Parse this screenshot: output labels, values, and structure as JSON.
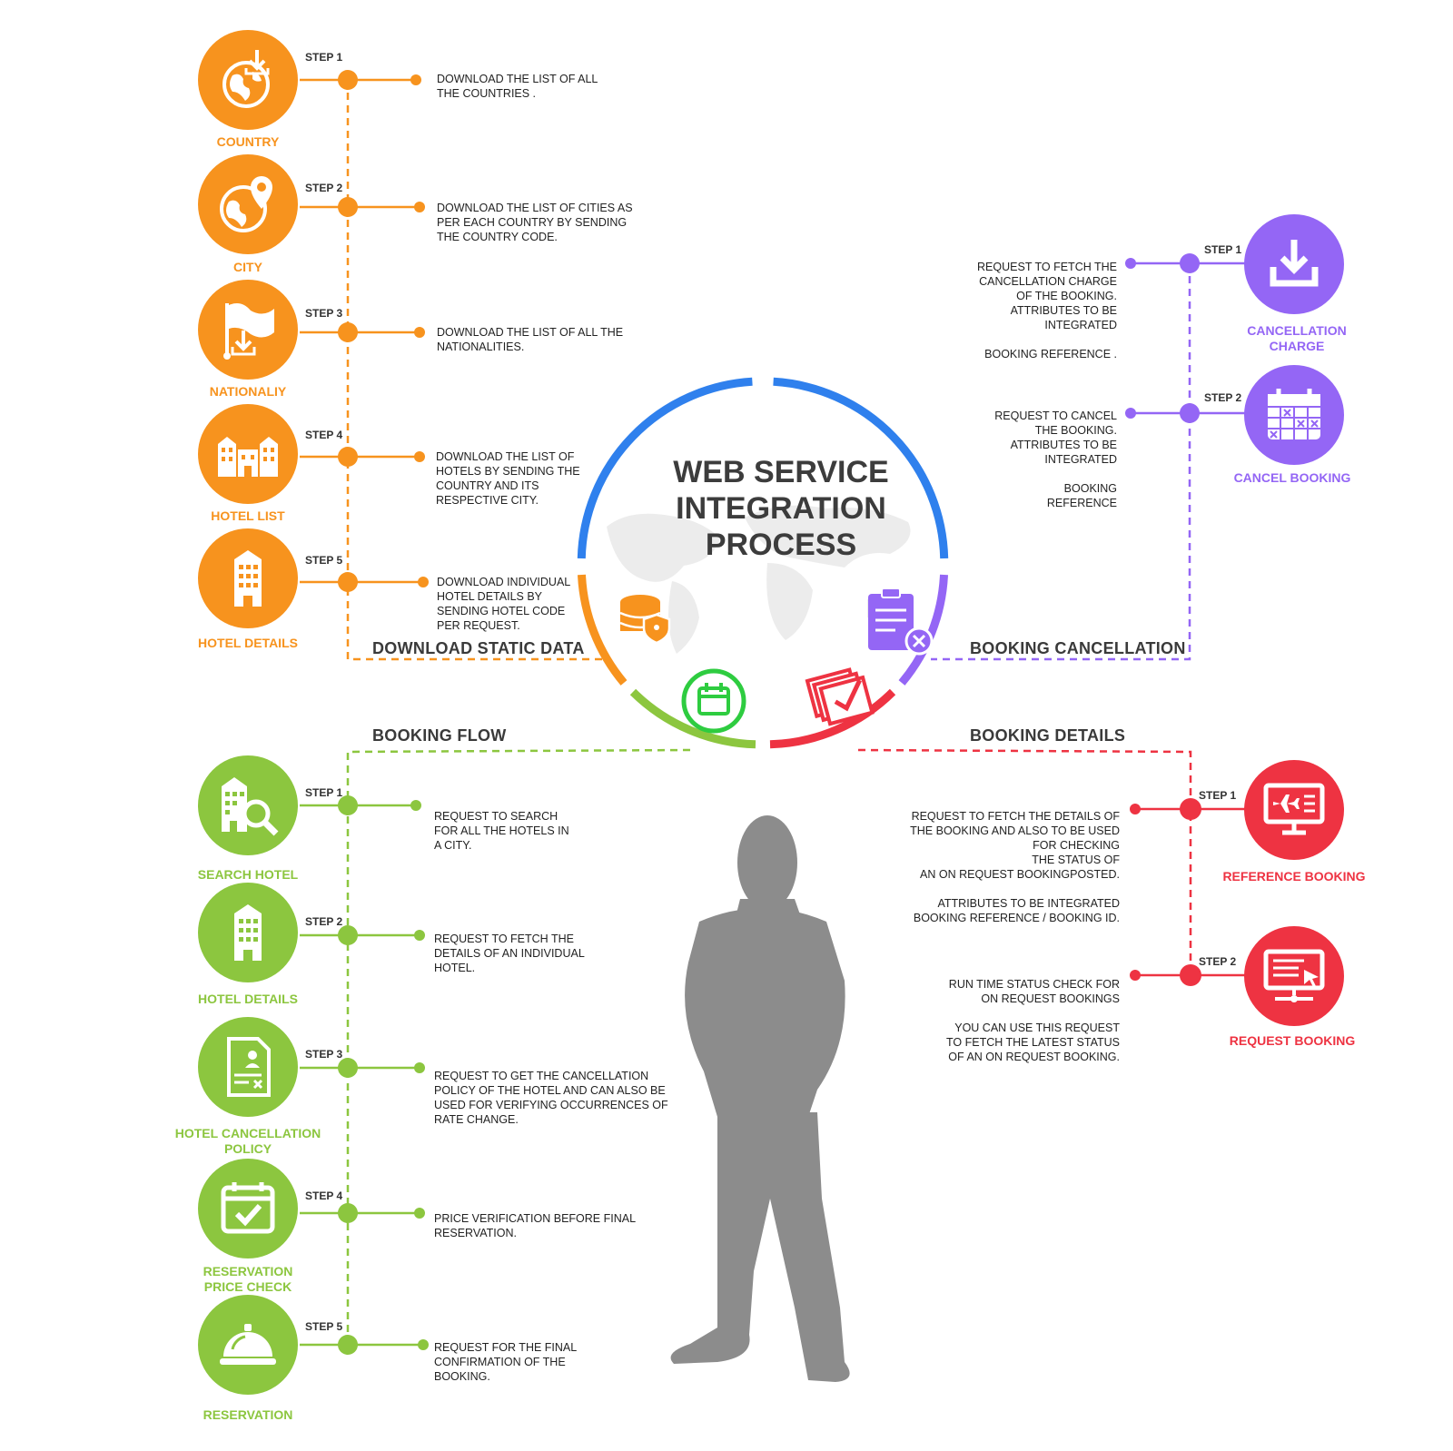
{
  "title": "WEB SERVICE\nINTEGRATION\nPROCESS",
  "colors": {
    "orange": "#f7931e",
    "purple": "#9466f5",
    "green": "#8cc63f",
    "red": "#ee3342",
    "blue": "#2f80ed"
  },
  "sections": {
    "download_static_data": {
      "heading": "DOWNLOAD STATIC DATA",
      "steps": [
        {
          "step": "STEP 1",
          "label": "COUNTRY",
          "icon": "globe-download-icon",
          "desc": "DOWNLOAD THE LIST OF ALL\nTHE COUNTRIES ."
        },
        {
          "step": "STEP 2",
          "label": "CITY",
          "icon": "globe-pin-icon",
          "desc": "DOWNLOAD THE LIST OF CITIES AS\nPER EACH COUNTRY BY SENDING\nTHE COUNTRY CODE."
        },
        {
          "step": "STEP 3",
          "label": "NATIONALIY",
          "icon": "flag-download-icon",
          "desc": "DOWNLOAD THE LIST OF ALL THE\nNATIONALITIES."
        },
        {
          "step": "STEP 4",
          "label": "HOTEL LIST",
          "icon": "hotels-icon",
          "desc": "DOWNLOAD THE LIST OF\nHOTELS BY SENDING THE\nCOUNTRY AND ITS\nRESPECTIVE  CITY."
        },
        {
          "step": "STEP 5",
          "label": "HOTEL DETAILS",
          "icon": "hotel-building-icon",
          "desc": "DOWNLOAD INDIVIDUAL\nHOTEL DETAILS BY\nSENDING HOTEL CODE\nPER REQUEST."
        }
      ]
    },
    "booking_cancellation": {
      "heading": "BOOKING CANCELLATION",
      "steps": [
        {
          "step": "STEP 1",
          "label": "CANCELLATION\nCHARGE",
          "icon": "download-tray-icon",
          "desc": "REQUEST TO FETCH THE\nCANCELLATION CHARGE\nOF THE BOOKING.\nATTRIBUTES TO BE\nINTEGRATED\n\nBOOKING REFERENCE ."
        },
        {
          "step": "STEP 2",
          "label": "CANCEL BOOKING",
          "icon": "calendar-cancel-icon",
          "desc": "REQUEST TO CANCEL\nTHE BOOKING.\nATTRIBUTES TO BE\nINTEGRATED\n\nBOOKING\nREFERENCE"
        }
      ]
    },
    "booking_flow": {
      "heading": "BOOKING  FLOW",
      "steps": [
        {
          "step": "STEP 1",
          "label": "SEARCH HOTEL",
          "icon": "hotel-search-icon",
          "desc": "REQUEST TO SEARCH\nFOR ALL THE HOTELS IN\nA CITY."
        },
        {
          "step": "STEP 2",
          "label": "HOTEL DETAILS",
          "icon": "hotel-building-icon",
          "desc": "REQUEST TO FETCH THE\nDETAILS OF AN INDIVIDUAL\nHOTEL."
        },
        {
          "step": "STEP 3",
          "label": "HOTEL CANCELLATION\nPOLICY",
          "icon": "policy-document-icon",
          "desc": "REQUEST TO GET THE CANCELLATION\nPOLICY OF THE HOTEL AND CAN ALSO BE\nUSED FOR VERIFYING OCCURRENCES OF\nRATE CHANGE."
        },
        {
          "step": "STEP 4",
          "label": "RESERVATION\nPRICE CHECK",
          "icon": "calendar-check-icon",
          "desc": "PRICE VERIFICATION BEFORE FINAL\nRESERVATION."
        },
        {
          "step": "STEP 5",
          "label": "RESERVATION",
          "icon": "service-bell-icon",
          "desc": "REQUEST FOR THE FINAL\nCONFIRMATION OF THE\nBOOKING."
        }
      ]
    },
    "booking_details": {
      "heading": "BOOKING DETAILS",
      "steps": [
        {
          "step": "STEP 1",
          "label": "REFERENCE  BOOKING",
          "icon": "monitor-plane-icon",
          "desc": "REQUEST TO FETCH THE DETAILS OF\nTHE BOOKING AND ALSO TO BE USED\nFOR CHECKING\nTHE STATUS  OF\nAN ON REQUEST BOOKINGPOSTED.\n\nATTRIBUTES TO BE INTEGRATED\nBOOKING REFERENCE / BOOKING ID."
        },
        {
          "step": "STEP 2",
          "label": "REQUEST BOOKING",
          "icon": "monitor-cursor-icon",
          "desc": "RUN TIME STATUS CHECK FOR\nON REQUEST BOOKINGS\n\nYOU CAN USE THIS REQUEST\nTO FETCH THE LATEST STATUS\nOF AN ON REQUEST BOOKING."
        }
      ]
    }
  },
  "center_icons": [
    "database-shield-icon",
    "clipboard-cancel-icon",
    "calendar-icon",
    "checked-papers-icon",
    "world-map-icon",
    "businessman-silhouette-icon"
  ]
}
